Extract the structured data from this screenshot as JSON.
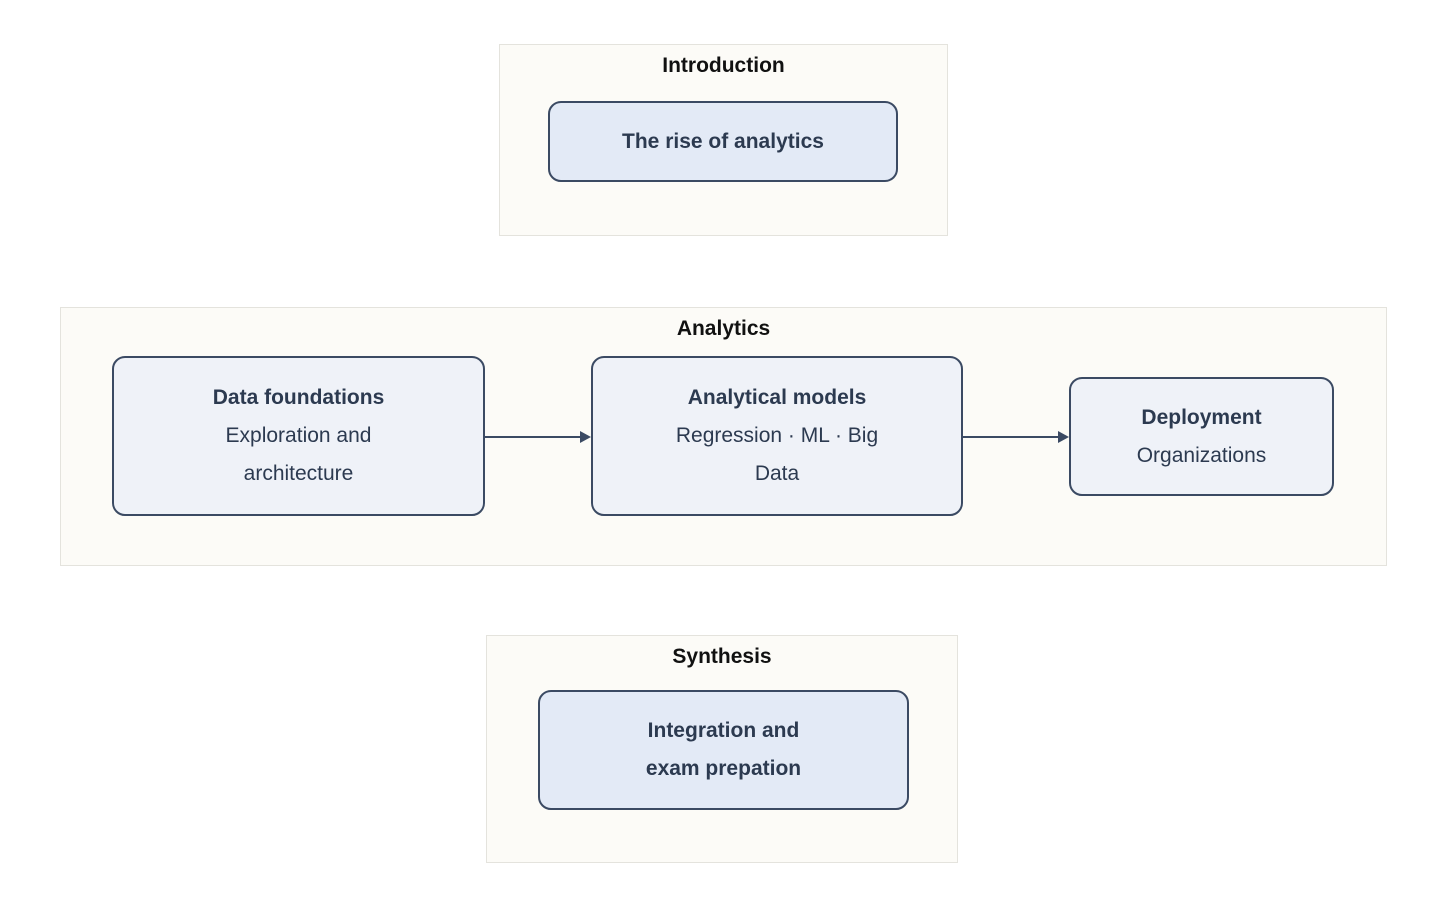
{
  "palette": {
    "page_bg": "#ffffff",
    "cluster_bg": "#fcfbf7",
    "cluster_border": "#e4e3dd",
    "cluster_title_color": "#111111",
    "node_border": "#3b4a63",
    "node_fill_emphasis": "#e3eaf6",
    "node_fill_regular": "#eff2f8",
    "node_text": "#2c3a50",
    "arrow_color": "#3b4a63"
  },
  "diagram": {
    "type": "flowchart",
    "clusters": {
      "introduction": {
        "title": "Introduction",
        "node": {
          "label": "The rise of analytics"
        }
      },
      "analytics": {
        "title": "Analytics",
        "nodes": [
          {
            "title": "Data foundations",
            "subtitle": "Exploration and architecture",
            "subtitle_lines": [
              "Exploration and",
              "architecture"
            ]
          },
          {
            "title": "Analytical models",
            "subtitle": "Regression · ML · Big Data",
            "subtitle_lines": [
              "Regression · ML · Big",
              "Data"
            ]
          },
          {
            "title": "Deployment",
            "subtitle": "Organizations",
            "subtitle_lines": [
              "Organizations"
            ]
          }
        ],
        "edges": [
          {
            "from": "Data foundations",
            "to": "Analytical models"
          },
          {
            "from": "Analytical models",
            "to": "Deployment"
          }
        ]
      },
      "synthesis": {
        "title": "Synthesis",
        "node": {
          "label": "Integration and exam prepation",
          "label_lines": [
            "Integration and",
            "exam prepation"
          ]
        }
      }
    }
  }
}
